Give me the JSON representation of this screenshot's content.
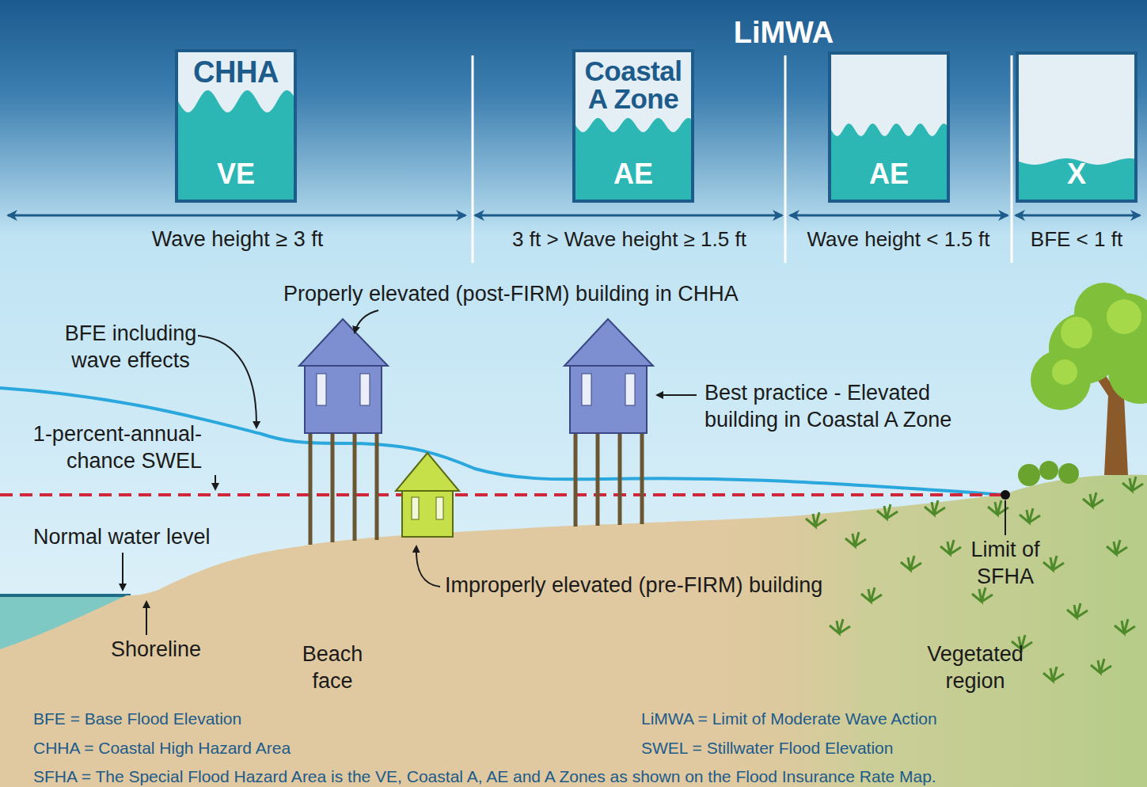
{
  "diagram": {
    "nodes": [
      {
        "text": [
          "CHHA",
          "VE"
        ]
      },
      {
        "text": [
          "Coastal A Zone",
          "AE"
        ]
      },
      {
        "text": [
          "AE"
        ]
      },
      {
        "text": [
          "X"
        ]
      }
    ],
    "labels": [
      "LiMWA",
      "Wave height ≥ 3 ft",
      "3 ft > Wave height ≥ 1.5 ft",
      "Wave height < 1.5 ft",
      "BFE < 1 ft",
      "Properly elevated (post-FIRM) building in CHHA",
      "BFE including wave effects",
      "1-percent-annual-chance SWEL",
      "Best practice - Elevated building in Coastal A Zone",
      "Normal water level",
      "Improperly elevated (pre-FIRM) building",
      "Limit of SFHA",
      "Shoreline",
      "Beach face",
      "Vegetated region",
      "BFE = Base Flood Elevation",
      "LiMWA = Limit of Moderate Wave Action",
      "CHHA = Coastal High Hazard Area",
      "SWEL = Stillwater Flood Elevation",
      "SFHA = The Special Flood Hazard Area is the VE, Coastal A, AE and A Zones as shown on the Flood Insurance Rate Map."
    ]
  }
}
